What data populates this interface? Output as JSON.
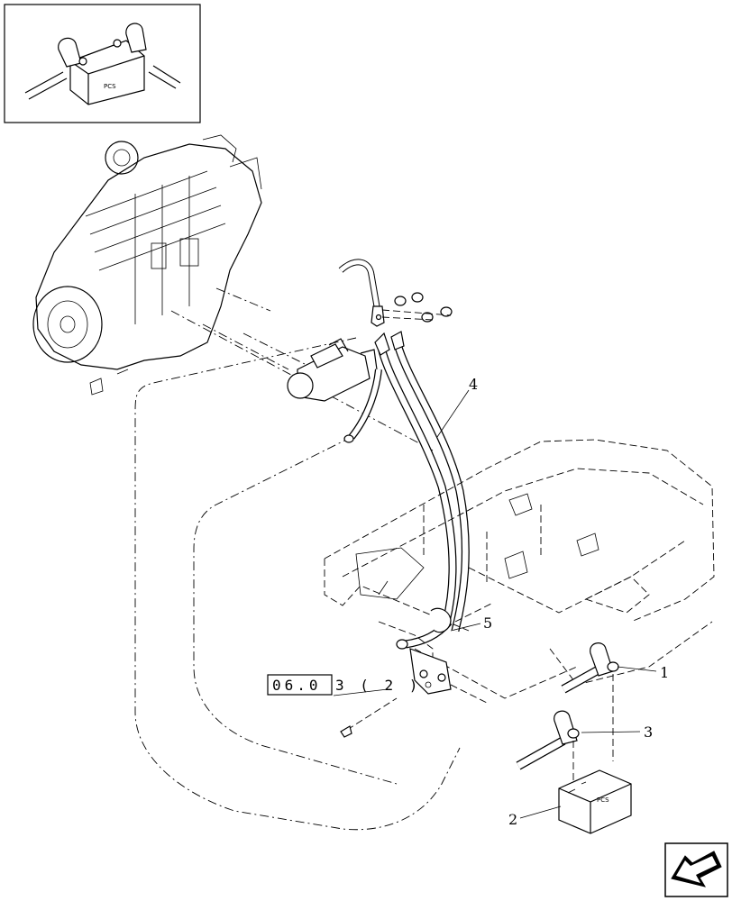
{
  "callouts": [
    {
      "id": "1",
      "text": "1"
    },
    {
      "id": "2",
      "text": "2"
    },
    {
      "id": "3",
      "text": "3"
    },
    {
      "id": "4",
      "text": "4"
    },
    {
      "id": "5",
      "text": "5"
    }
  ],
  "reference": {
    "boxed": "06.0",
    "suffix": "3 ( 2 )"
  },
  "battery_text": "PCS"
}
